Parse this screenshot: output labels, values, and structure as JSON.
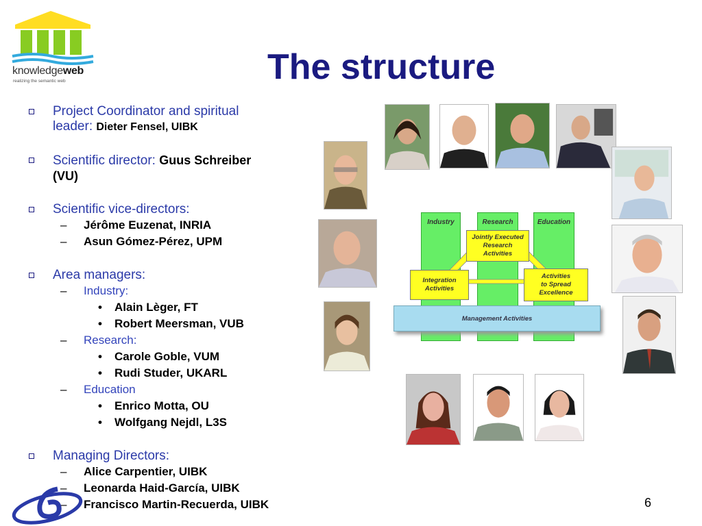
{
  "logo": {
    "name_light": "knowledge",
    "name_bold": "web",
    "tagline": "realizing the semantic web"
  },
  "title": "The structure",
  "items": {
    "coordinator_label": "Project Coordinator and spiritual",
    "coordinator_label2": "leader: ",
    "coordinator_name": "Dieter Fensel, UIBK",
    "sci_director_label": "Scientific director: ",
    "sci_director_name": "Guus Schreiber",
    "sci_director_org": "(VU)",
    "vice_label": "Scientific vice-directors:",
    "vice": [
      "Jérôme Euzenat, INRIA",
      "Asun Gómez-Pérez, UPM"
    ],
    "area_label": "Area managers:",
    "industry_label": "Industry:",
    "industry": [
      "Alain Lèger, FT",
      "Robert Meersman, VUB"
    ],
    "research_label": "Research:",
    "research": [
      "Carole Goble, VUM",
      "Rudi Studer, UKARL"
    ],
    "education_label": "Education",
    "education": [
      "Enrico Motta, OU",
      "Wolfgang Nejdl, L3S"
    ],
    "managing_label": "Managing Directors:",
    "managing": [
      "Alice Carpentier, UIBK",
      "Leonarda Haid-García, UIBK",
      "Francisco Martin-Recuerda, UIBK"
    ]
  },
  "diagram": {
    "industry": "Industry",
    "research": "Research",
    "education": "Education",
    "jointly": [
      "Jointly Executed",
      "Research",
      "Activities"
    ],
    "integration": [
      "Integration",
      "Activities"
    ],
    "spread": [
      "Activities",
      "to Spread",
      "Excellence"
    ],
    "management": "Management Activities"
  },
  "page_number": "6",
  "colors": {
    "title": "#1a1a80",
    "list_text": "#2b3aa8",
    "diagram_green": "#66ee66",
    "diagram_yellow": "#ffff22",
    "diagram_blue": "#a8dcf0"
  }
}
